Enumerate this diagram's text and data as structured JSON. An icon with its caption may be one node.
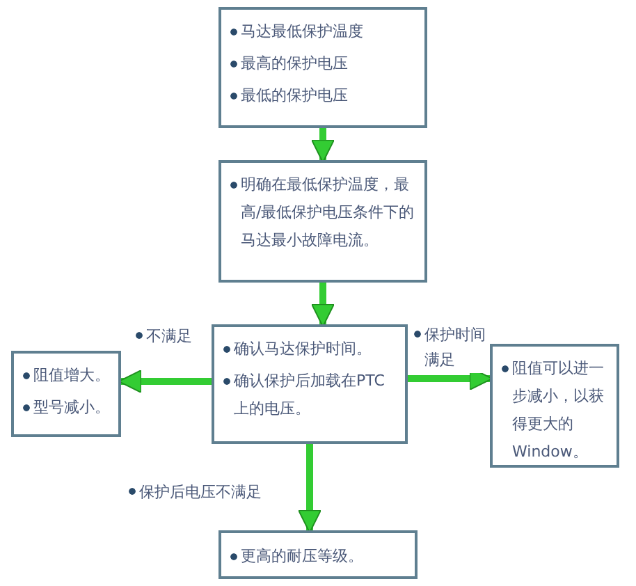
{
  "diagram": {
    "nodes": [
      {
        "text": [
          "马达最低保护温度",
          "最高的保护电压",
          "最低的保护电压"
        ]
      },
      {
        "text": [
          "明确在最低保护温度，最高/最低保护电压条件下的马达最小故障电流。"
        ]
      },
      {
        "text": [
          "确认马达保护时间。",
          "确认保护后加载在PTC上的电压。"
        ]
      },
      {
        "text": [
          "阻值增大。",
          "型号减小。"
        ]
      },
      {
        "text": [
          "阻值可以进一步减小，以获得更大的Window。"
        ]
      },
      {
        "text": [
          "更高的耐压等级。"
        ]
      }
    ],
    "edges": [
      {
        "from": 0,
        "to": 1,
        "arrow": "to"
      },
      {
        "from": 1,
        "to": 2,
        "arrow": "to"
      },
      {
        "from": 2,
        "to": 3,
        "arrow": "to",
        "label": "不满足"
      },
      {
        "from": 2,
        "to": 4,
        "arrow": "to",
        "label": "保护时间满足"
      },
      {
        "from": 2,
        "to": 5,
        "arrow": "to",
        "label": "保护后电压不满足"
      }
    ]
  }
}
